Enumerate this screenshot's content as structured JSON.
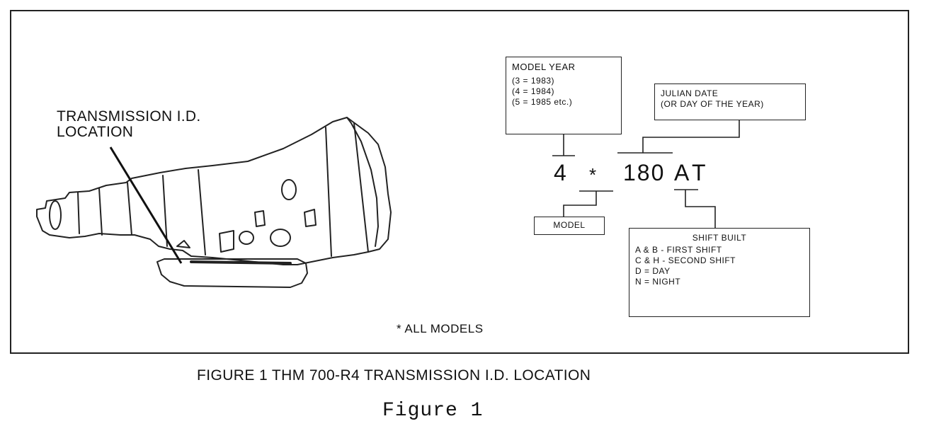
{
  "diagram": {
    "title_lines": [
      "TRANSMISSION I.D.",
      "LOCATION"
    ],
    "model_year_box": {
      "heading": "MODEL YEAR",
      "lines": [
        "(3 = 1983)",
        "(4 = 1984)",
        "(5 = 1985 etc.)"
      ]
    },
    "julian_box": {
      "lines": [
        "JULIAN DATE",
        "(OR DAY OF THE YEAR)"
      ]
    },
    "code": {
      "digit": "4",
      "star": "*",
      "date": "180",
      "shift": "AT"
    },
    "model_box": {
      "label": "MODEL"
    },
    "shift_box": {
      "heading": "SHIFT BUILT",
      "lines": [
        "A & B - FIRST SHIFT",
        "C & H - SECOND SHIFT",
        "D = DAY",
        "N = NIGHT"
      ]
    },
    "footnote": "* ALL MODELS",
    "caption": "FIGURE 1 THM 700-R4 TRANSMISSION I.D. LOCATION",
    "figure_label": "Figure 1"
  }
}
